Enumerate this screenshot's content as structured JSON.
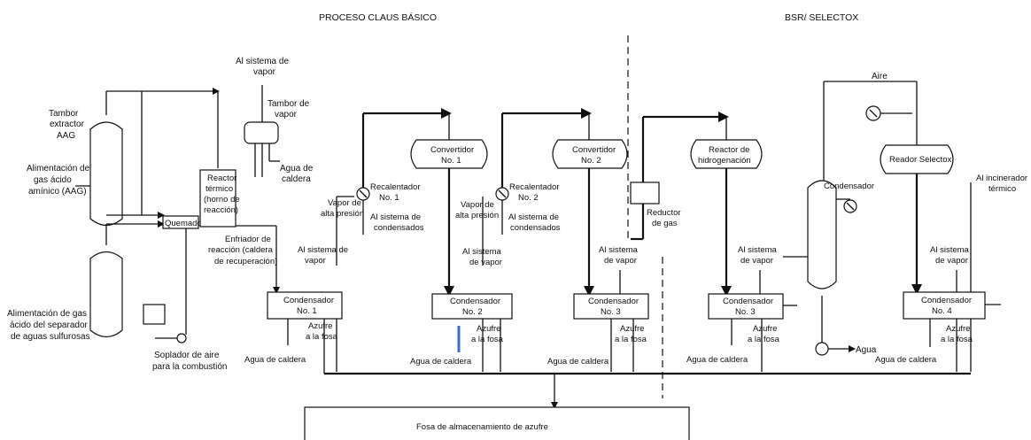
{
  "headers": {
    "claus": "PROCESO CLAUS BÁSICO",
    "bsr": "BSR/ SELECTOX"
  },
  "left": {
    "al_sistema_vapor": [
      "Al sistema de",
      "vapor"
    ],
    "tambor_vapor": [
      "Tambor de",
      "vapor"
    ],
    "agua_caldera": [
      "Agua de",
      "caldera"
    ],
    "tambor_extractor": [
      "Tambor",
      "extractor",
      "AAG"
    ],
    "alimentacion_aag": [
      "Alimentación de",
      "gas ácido",
      "amínico  (AAG)"
    ],
    "reactor_termico": [
      "Reactor",
      "térmico",
      "(horno de",
      "reacción)"
    ],
    "quemador": "Quemador",
    "enfriador": [
      "Enfriador de",
      "reacción  (caldera",
      "de  recuperación)"
    ],
    "alimentacion_agua_agria": [
      "Alimentación de gas",
      "ácido del separador",
      "de aguas sulfurosas"
    ],
    "soplador": [
      "Soplador de aire",
      "para la combustión"
    ]
  },
  "stage1": {
    "vapor_alta": [
      "Vapor de",
      "alta presión"
    ],
    "recalentador": [
      "Recalentador",
      "No. 1"
    ],
    "al_sistema_condensados": [
      "Al sistema de",
      "condensados"
    ],
    "al_sistema_vapor": [
      "Al sistema de",
      "vapor"
    ],
    "convertidor": [
      "Convertidor",
      "No. 1"
    ],
    "condensador": [
      "Condensador",
      "No. 1"
    ],
    "agua_caldera": "Agua de caldera",
    "azufre": [
      "Azufre",
      "a la fosa"
    ]
  },
  "stage2": {
    "vapor_alta": [
      "Vapor de",
      "alta presión"
    ],
    "recalentador": [
      "Recalentador",
      "No. 2"
    ],
    "al_sistema_condensados": [
      "Al sistema de",
      "condensados"
    ],
    "al_sistema_vapor": [
      "Al sistema",
      "de vapor"
    ],
    "convertidor": [
      "Convertidor",
      "No. 2"
    ],
    "condensador": [
      "Condensador",
      "No. 2"
    ],
    "agua_caldera": "Agua de caldera",
    "azufre": [
      "Azufre",
      "a la fosa"
    ]
  },
  "stage3": {
    "al_sistema_vapor": [
      "Al sistema",
      "de vapor"
    ],
    "condensador": [
      "Condensador",
      "No. 3"
    ],
    "agua_caldera": "Agua de caldera",
    "azufre": [
      "Azufre",
      "a la fosa"
    ]
  },
  "bsr": {
    "reactor_hidrogenacion": [
      "Reactor de",
      "hidrogenación"
    ],
    "reductor_gas": [
      "Reductor",
      "de gas"
    ],
    "al_sistema_vapor": [
      "Al sistema",
      "de vapor"
    ],
    "condensador": [
      "Condensador",
      "No. 3"
    ],
    "agua_caldera": "Agua de caldera",
    "azufre": [
      "Azufre",
      "a la fosa"
    ],
    "aire": "Aire",
    "condensador_label": "Condensador",
    "agua": "Agua",
    "reactor_selectox": "Reador Selectox",
    "al_incinerador": [
      "Al incinerador",
      "térmico"
    ],
    "al_sistema_vapor_2": [
      "Al sistema",
      "de vapor"
    ],
    "condensador4": [
      "Condensador",
      "No. 4"
    ],
    "agua_caldera_2": "Agua de caldera",
    "azufre_2": [
      "Azufre",
      "a la fosa"
    ]
  },
  "fosa": "Fosa  de  almacenamiento de azufre"
}
